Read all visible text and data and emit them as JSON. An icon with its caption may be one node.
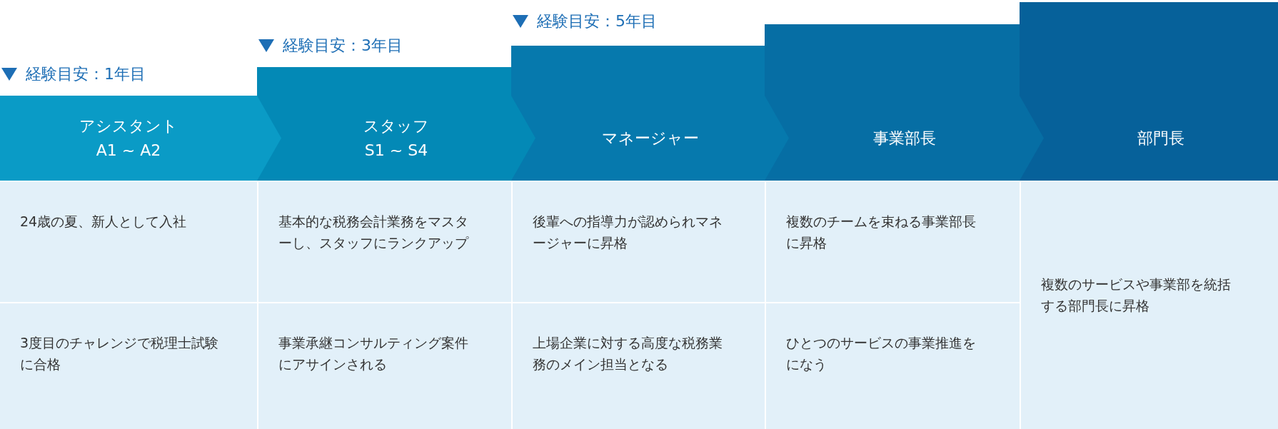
{
  "diagram": {
    "nodes": [
      {
        "text": [
          "アシスタント",
          "A1 ~ A2"
        ]
      },
      {
        "text": [
          "スタッフ",
          "S1 ~ S4"
        ]
      },
      {
        "text": [
          "マネージャー"
        ]
      },
      {
        "text": [
          "事業部長"
        ]
      },
      {
        "text": [
          "部門長"
        ]
      }
    ],
    "edges": [
      {
        "from": 0,
        "to": 1,
        "arrow": "to"
      },
      {
        "from": 1,
        "to": 2,
        "arrow": "to"
      },
      {
        "from": 2,
        "to": 3,
        "arrow": "to"
      },
      {
        "from": 3,
        "to": 4,
        "arrow": "to"
      }
    ],
    "labels": [
      "経験目安：1年目",
      "経験目安：3年目",
      "経験目安：5年目",
      "24歳の夏、新人として入社",
      "基本的な税務会計業務をマスターし、スタッフにランクアップ",
      "後輩への指導力が認められマネージャーに昇格",
      "複数のチームを束ねる事業部長に昇格",
      "複数のサービスや事業部を統括する部門長に昇格",
      "3度目のチャレンジで税理士試験に合格",
      "事業承継コンサルティング案件にアサインされる",
      "上場企業に対する高度な税務業務のメイン担当となる",
      "ひとつのサービスの事業推進をになう"
    ]
  }
}
